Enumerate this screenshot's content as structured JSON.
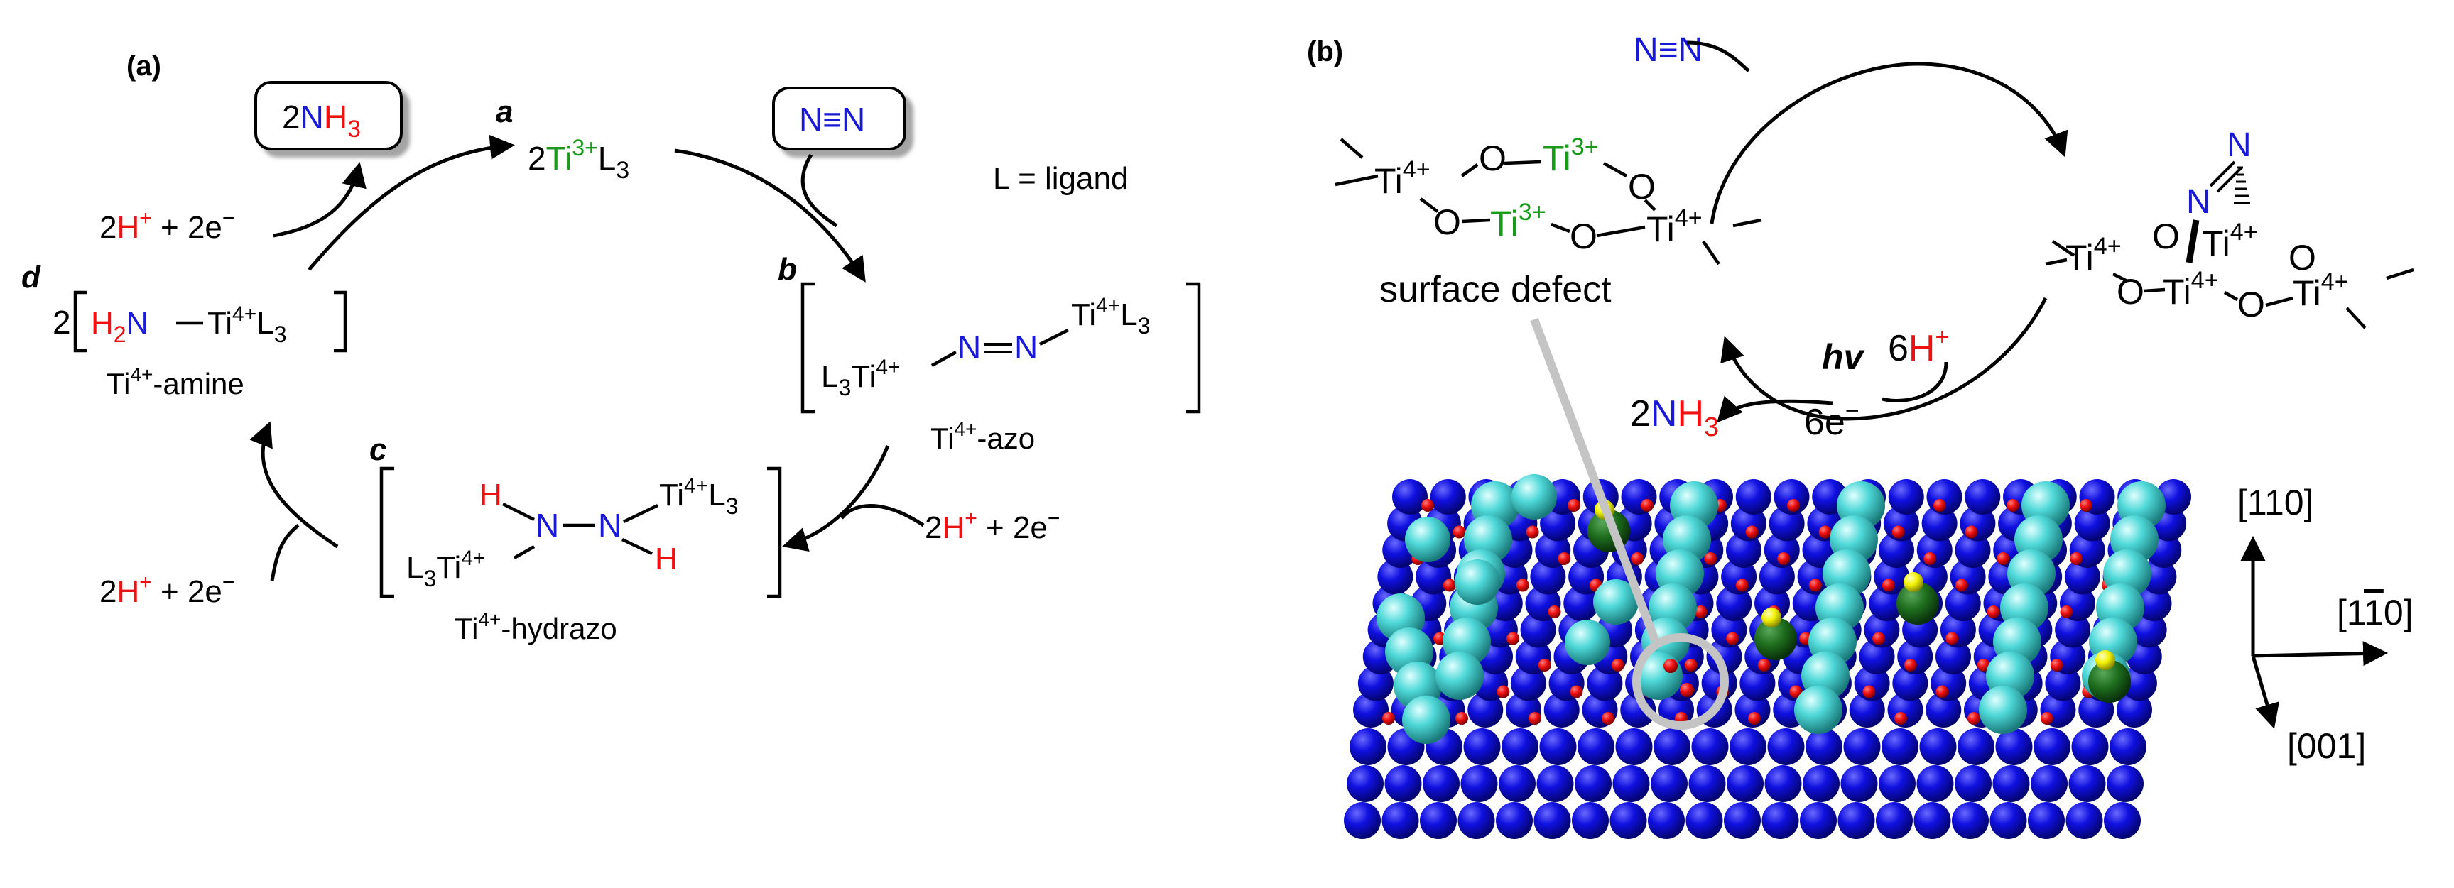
{
  "panel_a": {
    "label": "(a)",
    "legend": "L = ligand",
    "state_a": {
      "letter": "a",
      "coef": "2",
      "metal": "Ti",
      "ox": "3+",
      "lig": "L",
      "lig_sub": "3"
    },
    "state_b": {
      "letter": "b",
      "left": "L",
      "left_sub": "3",
      "ti": "Ti",
      "ox": "4+",
      "n1": "N",
      "n2": "N",
      "right_ti": "Ti",
      "right_ox": "4+",
      "right_l": "L",
      "right_sub": "3",
      "caption_ti": "Ti",
      "caption_ox": "4+",
      "caption_rest": "-azo"
    },
    "state_c": {
      "letter": "c",
      "h": "H",
      "n": "N",
      "caption_ti": "Ti",
      "caption_ox": "4+",
      "caption_rest": "-hydrazo",
      "ti": "Ti",
      "ox": "4+",
      "l": "L",
      "l_sub": "3"
    },
    "state_d": {
      "letter": "d",
      "coef": "2",
      "h": "H",
      "h_sub": "2",
      "n": "N",
      "ti": "Ti",
      "ox": "4+",
      "l": "L",
      "l_sub": "3",
      "caption_ti": "Ti",
      "caption_ox": "4+",
      "caption_rest": "-amine"
    },
    "ammonia_box": {
      "coef": "2",
      "n": "N",
      "h": "H",
      "sub": "3"
    },
    "n2_box": {
      "text": "N≡N"
    },
    "reagent": {
      "coef": "2",
      "h": "H",
      "plus": "+",
      "mid": " + 2e",
      "minus": "−"
    }
  },
  "panel_b": {
    "label": "(b)",
    "n2": "N≡N",
    "defect_caption": "surface defect",
    "ti": "Ti",
    "o": "O",
    "n": "N",
    "ox3": "3+",
    "ox4": "4+",
    "proton": {
      "coef": "6",
      "h": "H",
      "plus": "+"
    },
    "hv": "hv",
    "electrons": {
      "text": "6e",
      "minus": "−"
    },
    "ammonia": {
      "coef": "2",
      "n": "N",
      "h": "H",
      "sub": "3"
    },
    "axes": {
      "up": "[110]",
      "right_pre": "[1",
      "right_bar": "1",
      "right_post": "0]",
      "down": "[001]"
    }
  },
  "colors": {
    "titanium_lattice": "#0a0ad8",
    "titanium_surface": "#3fd6d6",
    "oxygen": "#e81010",
    "adsorbed_oxygen": "#1e6e1e",
    "hydrogen": "#e8e800",
    "ti3_text": "#1a9a1a",
    "nitrogen_text": "#1a1ad6",
    "hydrogen_text": "#ee1111"
  }
}
